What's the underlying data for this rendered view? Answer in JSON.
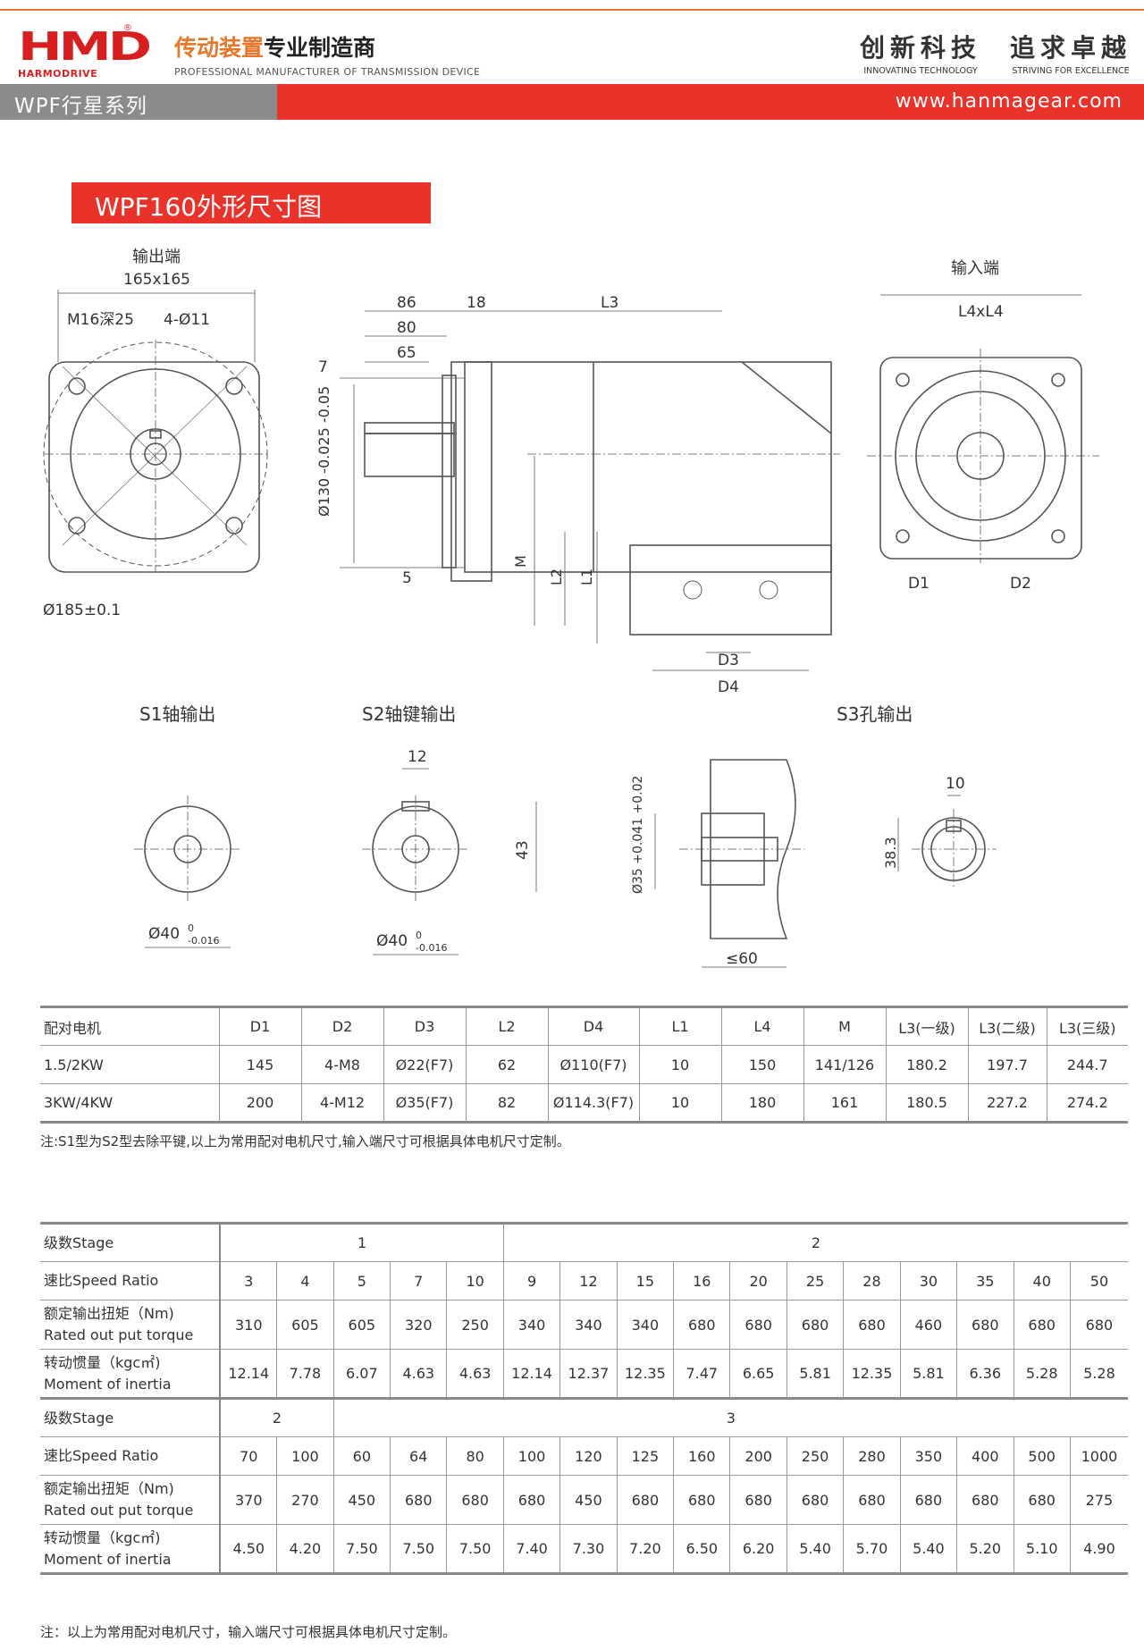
{
  "header": {
    "logo_text": "HMD",
    "logo_sub": "HARMODRIVE",
    "logo_r": "®",
    "tagline_cn_a": "传动装置",
    "tagline_cn_b": "专业制造商",
    "tagline_en": "PROFESSIONAL MANUFACTURER OF TRANSMISSION DEVICE",
    "slogan1_cn": "创新科技",
    "slogan1_en": "INNOVATING TECHNOLOGY",
    "slogan2_cn": "追求卓越",
    "slogan2_en": "STRIVING FOR EXCELLENCE",
    "series": "WPF行星系列",
    "url": "www.hanmagear.com",
    "accent_red": "#e8322a",
    "accent_orange": "#e7772a"
  },
  "title": "WPF160外形尺寸图",
  "drawing": {
    "output_end": "输出端",
    "flange_size": "165x165",
    "thread": "M16深25",
    "holes": "4-Ø11",
    "pcd": "Ø185±0.1",
    "dim_86": "86",
    "dim_80": "80",
    "dim_65": "65",
    "dim_18": "18",
    "dim_7": "7",
    "dim_5": "5",
    "L3": "L3",
    "pilot": "Ø130 -0.025 -0.05",
    "M": "M",
    "L2": "L2",
    "L1": "L1",
    "D3": "D3",
    "D4": "D4",
    "input_end": "输入端",
    "L4xL4": "L4xL4",
    "D1": "D1",
    "D2": "D2",
    "s1": "S1轴输出",
    "s2": "S2轴键输出",
    "s3": "S3孔输出",
    "s1_dia": "Ø40",
    "tol_0": "0",
    "tol_016": "-0.016",
    "key12": "12",
    "h43": "43",
    "bore35": "Ø35 +0.041 +0.02",
    "len60": "≤60",
    "key10": "10",
    "h383": "38.3"
  },
  "dim_table": {
    "headers": [
      "配对电机",
      "D1",
      "D2",
      "D3",
      "L2",
      "D4",
      "L1",
      "L4",
      "M",
      "L3(一级)",
      "L3(二级)",
      "L3(三级)"
    ],
    "rows": [
      [
        "1.5/2KW",
        "145",
        "4-M8",
        "Ø22(F7)",
        "62",
        "Ø110(F7)",
        "10",
        "150",
        "141/126",
        "180.2",
        "197.7",
        "244.7"
      ],
      [
        "3KW/4KW",
        "200",
        "4-M12",
        "Ø35(F7)",
        "82",
        "Ø114.3(F7)",
        "10",
        "180",
        "161",
        "180.5",
        "227.2",
        "274.2"
      ]
    ],
    "note": "注:S1型为S2型去除平键,以上为常用配对电机尺寸,输入端尺寸可根据具体电机尺寸定制。"
  },
  "perf_table": {
    "labels": {
      "stage": "级数Stage",
      "ratio": "速比Speed Ratio",
      "torque_cn": "额定输出扭矩（Nm)",
      "torque_en": "Rated out put torque",
      "inertia_cn": "转动惯量（kgc㎡)",
      "inertia_en": "Moment of inertia"
    },
    "block1": {
      "stage1": "1",
      "stage2": "2",
      "ratios": [
        "3",
        "4",
        "5",
        "7",
        "10",
        "9",
        "12",
        "15",
        "16",
        "20",
        "25",
        "28",
        "30",
        "35",
        "40",
        "50"
      ],
      "torque": [
        "310",
        "605",
        "605",
        "320",
        "250",
        "340",
        "340",
        "340",
        "680",
        "680",
        "680",
        "680",
        "460",
        "680",
        "680",
        "680"
      ],
      "inertia": [
        "12.14",
        "7.78",
        "6.07",
        "4.63",
        "4.63",
        "12.14",
        "12.37",
        "12.35",
        "7.47",
        "6.65",
        "5.81",
        "12.35",
        "5.81",
        "6.36",
        "5.28",
        "5.28"
      ]
    },
    "block2": {
      "stage2": "2",
      "stage3": "3",
      "ratios": [
        "70",
        "100",
        "60",
        "64",
        "80",
        "100",
        "120",
        "125",
        "160",
        "200",
        "250",
        "280",
        "350",
        "400",
        "500",
        "1000"
      ],
      "torque": [
        "370",
        "270",
        "450",
        "680",
        "680",
        "680",
        "450",
        "680",
        "680",
        "680",
        "680",
        "680",
        "680",
        "680",
        "680",
        "275"
      ],
      "inertia": [
        "4.50",
        "4.20",
        "7.50",
        "7.50",
        "7.50",
        "7.40",
        "7.30",
        "7.20",
        "6.50",
        "6.20",
        "5.40",
        "5.70",
        "5.40",
        "5.20",
        "5.10",
        "4.90"
      ]
    },
    "note": "注：以上为常用配对电机尺寸，输入端尺寸可根据具体电机尺寸定制。"
  }
}
